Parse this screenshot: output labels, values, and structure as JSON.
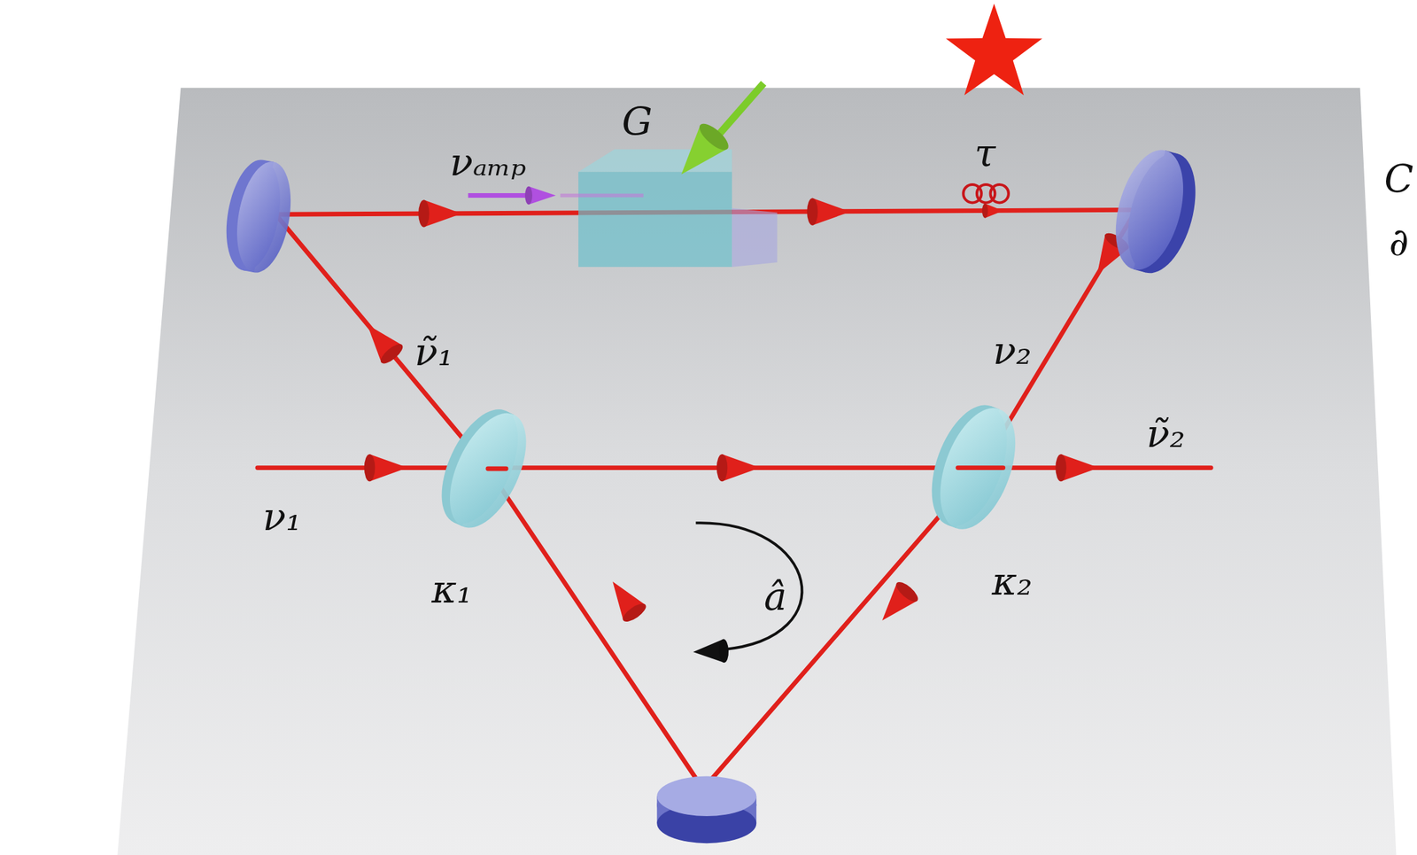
{
  "diagram": {
    "labels": [
      "νₐₘₚ",
      "G",
      "τ",
      "ν̃₁",
      "ν₂",
      "ν̃₂",
      "ν₁",
      "κ₁",
      "â",
      "κ₂",
      "C",
      "∂"
    ]
  }
}
